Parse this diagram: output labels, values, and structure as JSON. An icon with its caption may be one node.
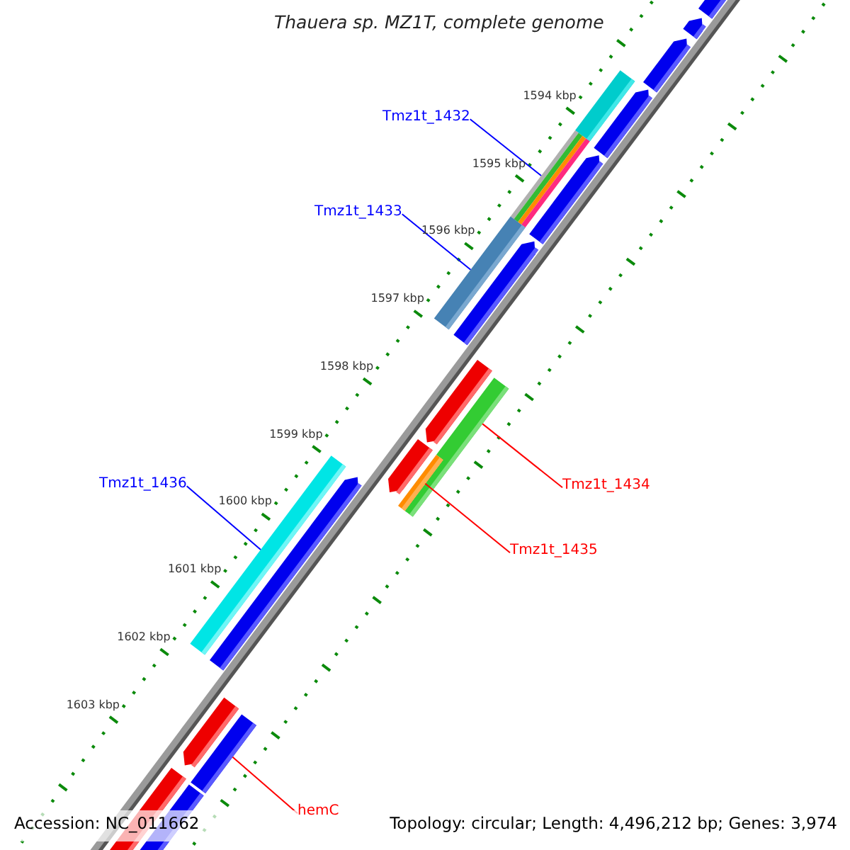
{
  "diagram": {
    "title": "Thauera sp. MZ1T, complete genome",
    "nodes": [
      {
        "text": [
          "Tmz1t_1432"
        ]
      },
      {
        "text": [],
        "shape": "bar"
      },
      {
        "text": [
          "Tmz1t_1433"
        ]
      },
      {
        "text": [],
        "shape": "bar"
      },
      {
        "text": [
          "Tmz1t_1436"
        ]
      },
      {
        "text": [],
        "shape": "bar"
      },
      {
        "text": [
          "Tmz1t_1434"
        ]
      },
      {
        "text": [],
        "shape": "bar"
      },
      {
        "text": [
          "Tmz1t_1435"
        ]
      },
      {
        "text": [],
        "shape": "bar"
      },
      {
        "text": [
          "hemC"
        ]
      },
      {
        "text": [],
        "shape": "bar"
      }
    ],
    "edges": [
      {
        "from": 0,
        "to": 1,
        "arrow": "none",
        "color": "#0000ff"
      },
      {
        "from": 2,
        "to": 3,
        "arrow": "none",
        "color": "#0000ff"
      },
      {
        "from": 4,
        "to": 5,
        "arrow": "none",
        "color": "#0000ff"
      },
      {
        "from": 6,
        "to": 7,
        "arrow": "none",
        "color": "#ff0000"
      },
      {
        "from": 8,
        "to": 9,
        "arrow": "none",
        "color": "#ff0000"
      },
      {
        "from": 10,
        "to": 11,
        "arrow": "none",
        "color": "#ff0000"
      }
    ],
    "labels": [
      "1594 kbp",
      "1595 kbp",
      "1596 kbp",
      "1597 kbp",
      "1598 kbp",
      "1599 kbp",
      "1600 kbp",
      "1601 kbp",
      "1602 kbp",
      "1603 kbp",
      "Accession: NC_011662",
      "Topology: circular; Length: 4,496,212 bp; Genes: 3,974"
    ]
  }
}
